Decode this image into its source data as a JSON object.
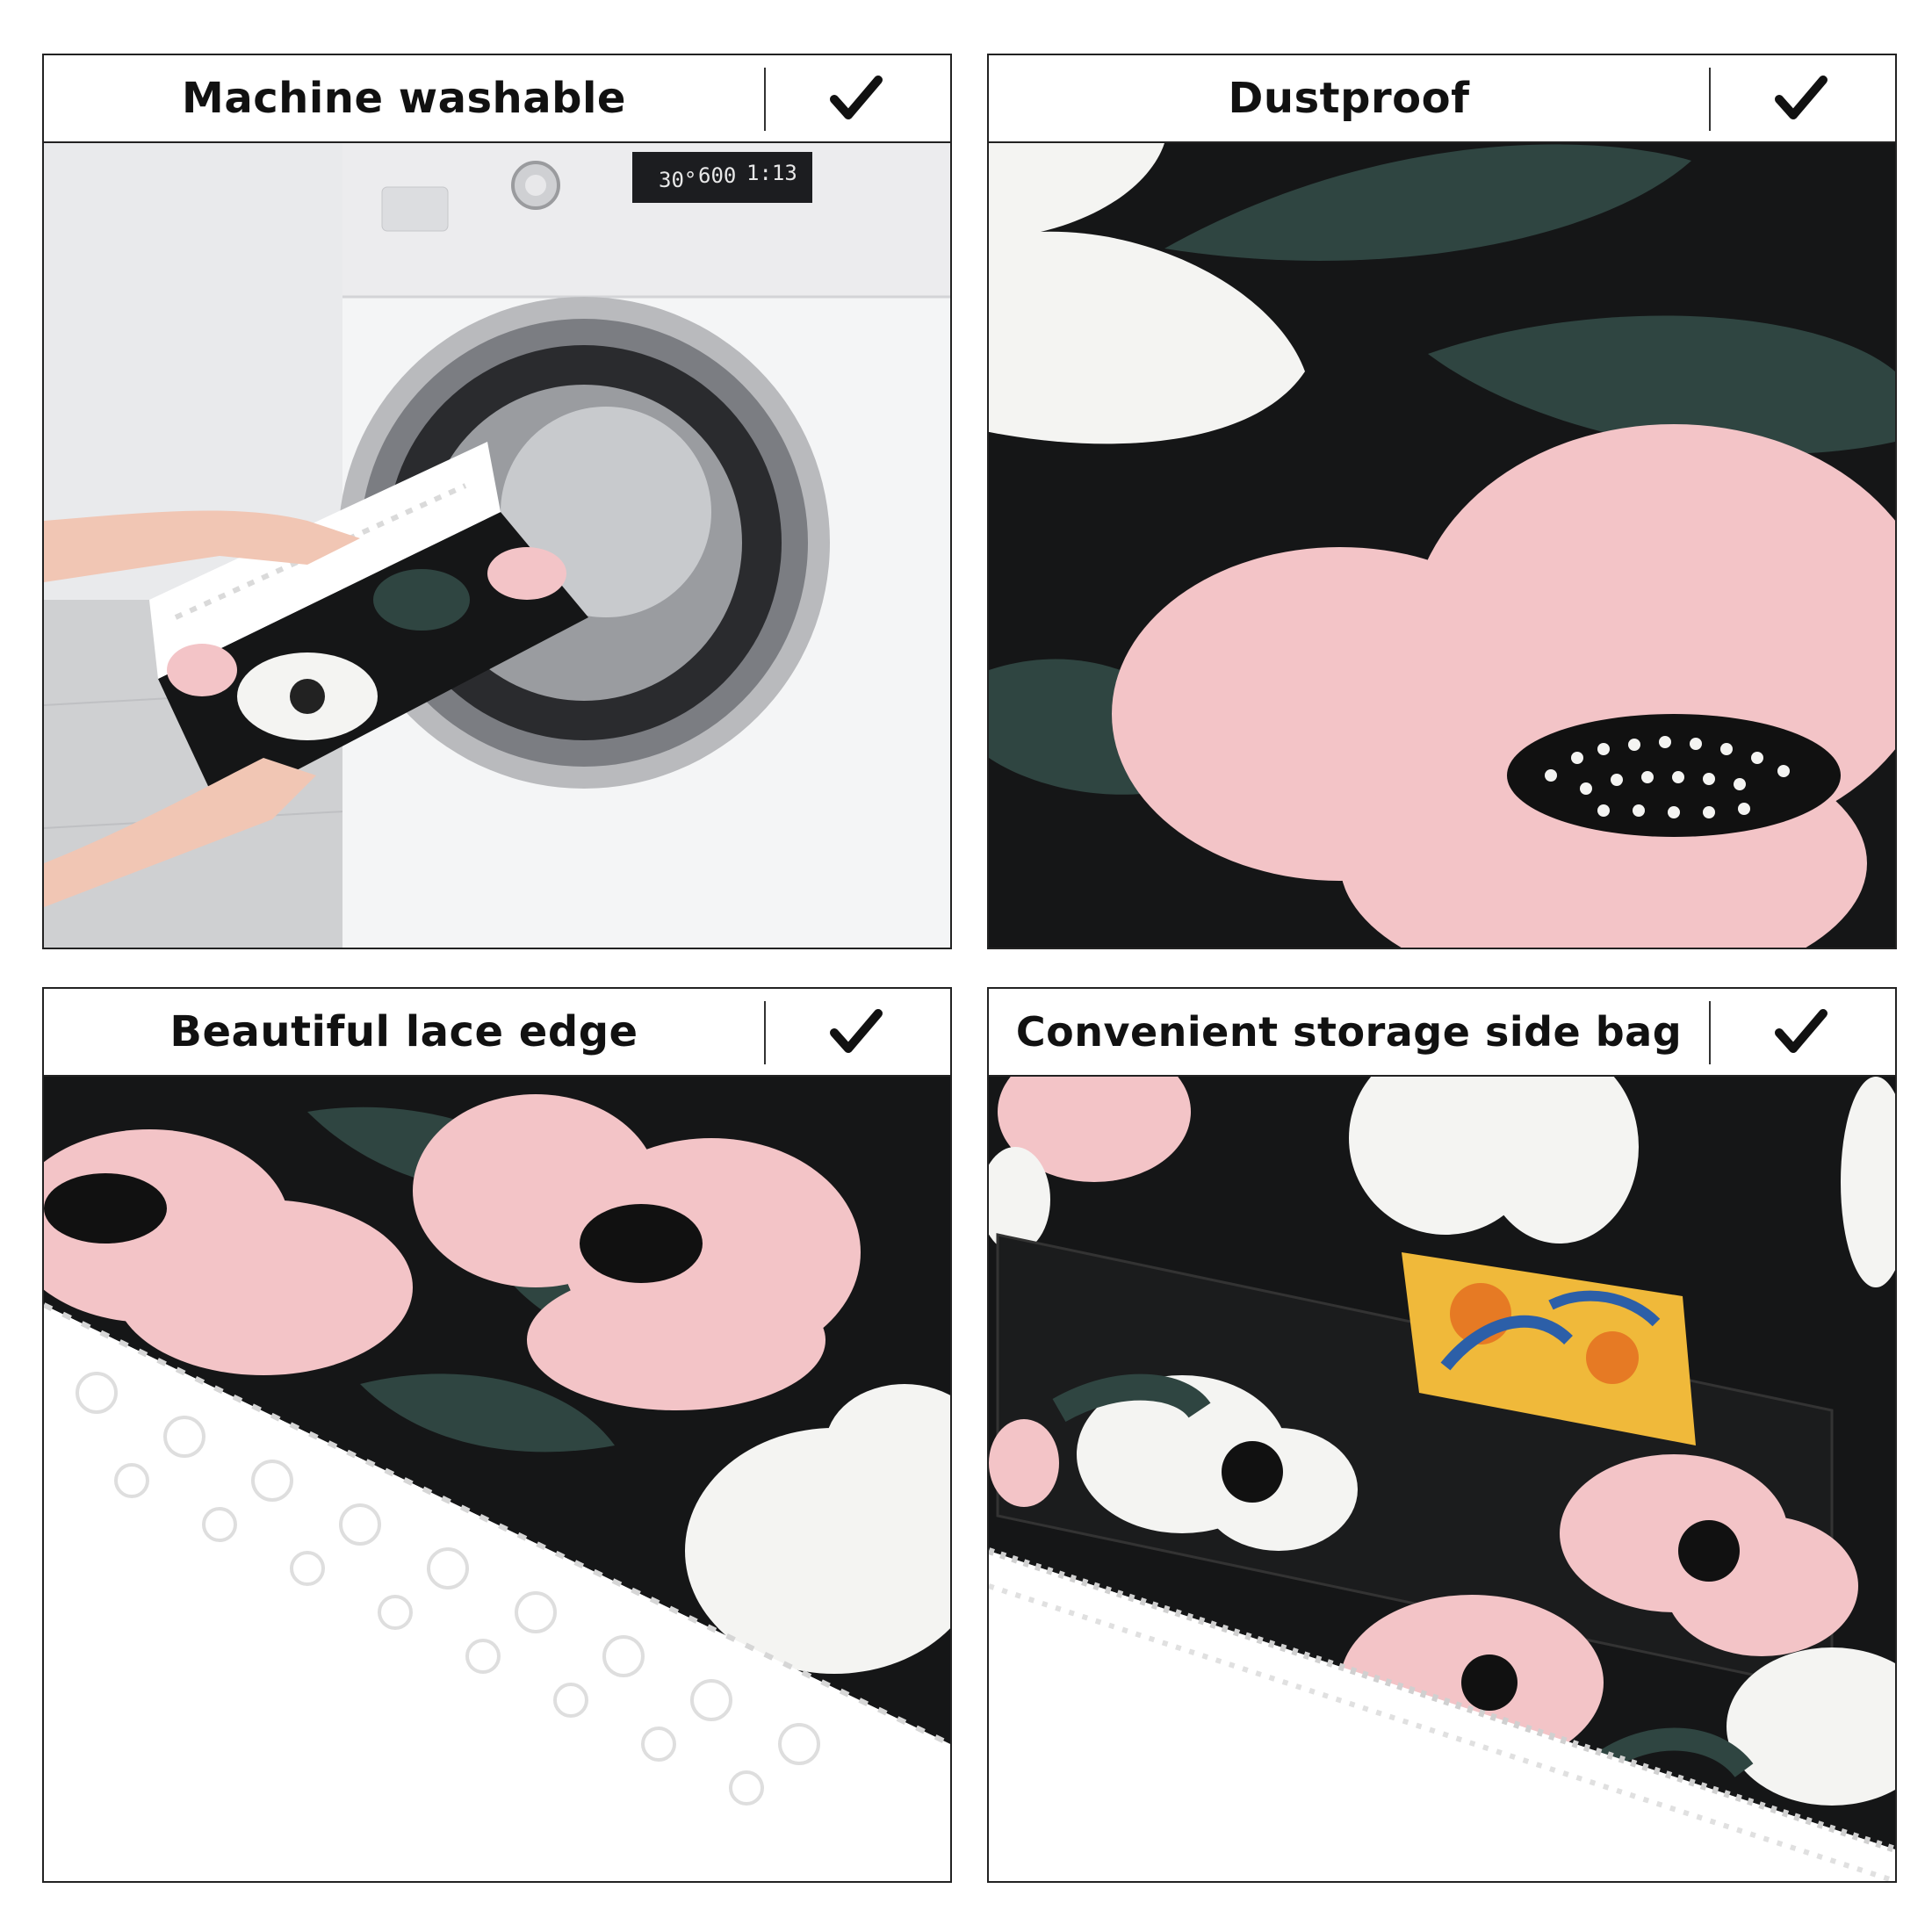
{
  "panels": [
    {
      "title": "Machine washable"
    },
    {
      "title": "Dustproof"
    },
    {
      "title": "Beautiful lace edge"
    },
    {
      "title": "Convenient storage side bag"
    }
  ],
  "display": {
    "temp": "30°",
    "speed": "600",
    "time": "1:13"
  },
  "icons": {
    "check": "checkmark-icon"
  },
  "colors": {
    "fabric_bg": "#151617",
    "leaf": "#2f4541",
    "pink": "#f3c4c7",
    "white_petal": "#f4f4f2",
    "lace": "#ffffff"
  }
}
